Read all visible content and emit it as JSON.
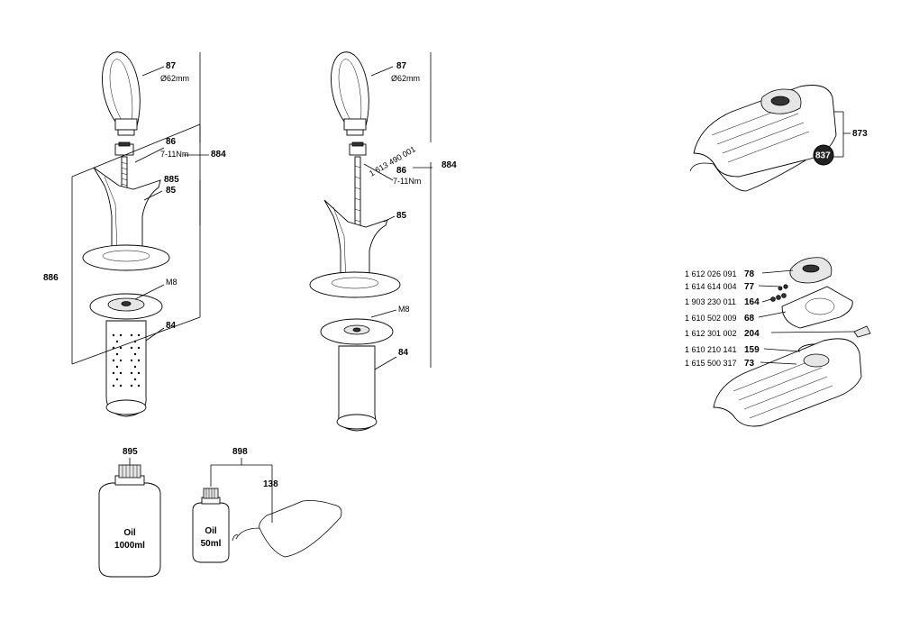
{
  "labels": {
    "l87a": "87",
    "l87a_sub": "Ø62mm",
    "l86a": "86",
    "l86a_sub": "7-11Nm",
    "l884a": "884",
    "l885": "885",
    "l85a": "85",
    "l886": "886",
    "lM8a": "M8",
    "l84a": "84",
    "l87b": "87",
    "l87b_sub": "Ø62mm",
    "l_pn_mid": "1 613 490 001",
    "l86b": "86",
    "l86b_sub": "7-11Nm",
    "l884b": "884",
    "l85b": "85",
    "lM8b": "M8",
    "l84b": "84",
    "l873": "873",
    "l837": "837",
    "l895": "895",
    "l898": "898",
    "l138": "138",
    "oil_big_1": "Oil",
    "oil_big_2": "1000ml",
    "oil_small_1": "Oil",
    "oil_small_2": "50ml"
  },
  "part_list": [
    {
      "pn": "1 612 026 091",
      "ref": "78"
    },
    {
      "pn": "1 614 614 004",
      "ref": "77"
    },
    {
      "pn": "1 903 230 011",
      "ref": "164"
    },
    {
      "pn": "1 610 502 009",
      "ref": "68"
    },
    {
      "pn": "1 612 301 002",
      "ref": "204"
    },
    {
      "pn": "1 610 210 141",
      "ref": "159"
    },
    {
      "pn": "1 615 500 317",
      "ref": "73"
    }
  ]
}
